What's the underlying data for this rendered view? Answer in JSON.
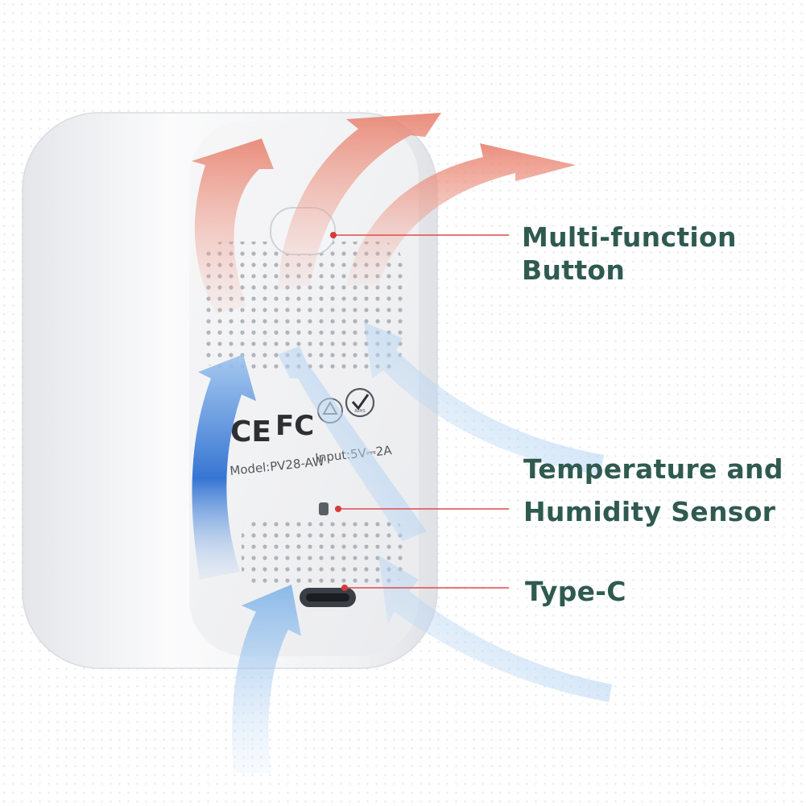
{
  "callouts": {
    "button": {
      "line1": "Multi-function",
      "line2": "Button"
    },
    "sensor": {
      "line1": "Temperature and",
      "line2": "Humidity Sensor"
    },
    "typec": {
      "line1": "Type-C"
    }
  },
  "device_label": {
    "model": "Model:PV28-AW",
    "input": "Input:5V⎓2A",
    "cert_ce": "CE",
    "cert_fc": "FC",
    "cert_rohs": "RoHS"
  },
  "colors": {
    "callout_text": "#2f5a50",
    "leader_line": "#d83a3a",
    "warm_airflow": "#e8826f",
    "cool_airflow": "#7fb3e8",
    "device_body": "#f3f4f6"
  },
  "icons": {
    "warm_airflow": "arrow-up-curved-icon",
    "cool_airflow": "arrow-up-curved-icon",
    "recycle": "recycle-icon",
    "rohs": "rohs-check-icon"
  }
}
